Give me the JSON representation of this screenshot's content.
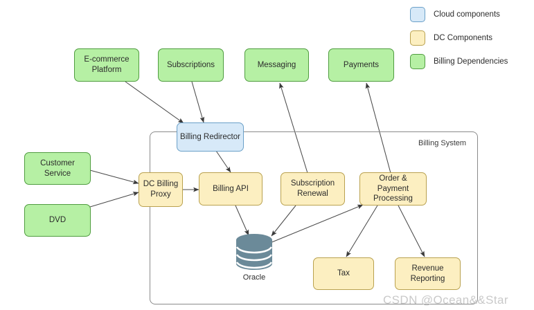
{
  "diagram": {
    "container": {
      "label": "Billing System"
    },
    "nodes": [
      {
        "id": "ecommerce",
        "label": "E-commerce Platform",
        "lines": [
          "E-commerce",
          "Platform"
        ],
        "type": "Billing Dependencies"
      },
      {
        "id": "subscriptions",
        "label": "Subscriptions",
        "lines": [
          "Subscriptions"
        ],
        "type": "Billing Dependencies"
      },
      {
        "id": "messaging",
        "label": "Messaging",
        "lines": [
          "Messaging"
        ],
        "type": "Billing Dependencies"
      },
      {
        "id": "payments",
        "label": "Payments",
        "lines": [
          "Payments"
        ],
        "type": "Billing Dependencies"
      },
      {
        "id": "customer-service",
        "label": "Customer Service",
        "lines": [
          "Customer Service"
        ],
        "type": "Billing Dependencies"
      },
      {
        "id": "dvd",
        "label": "DVD",
        "lines": [
          "DVD"
        ],
        "type": "Billing Dependencies"
      },
      {
        "id": "billing-redirector",
        "label": "Billing Redirector",
        "lines": [
          "Billing Redirector"
        ],
        "type": "Cloud components"
      },
      {
        "id": "dc-billing-proxy",
        "label": "DC Billing Proxy",
        "lines": [
          "DC Billing",
          "Proxy"
        ],
        "type": "DC Components"
      },
      {
        "id": "billing-api",
        "label": "Billing API",
        "lines": [
          "Billing API"
        ],
        "type": "DC Components"
      },
      {
        "id": "subscription-renewal",
        "label": "Subscription Renewal",
        "lines": [
          "Subscription",
          "Renewal"
        ],
        "type": "DC Components"
      },
      {
        "id": "order-payment-processing",
        "label": "Order & Payment Processing",
        "lines": [
          "Order & Payment",
          "Processing"
        ],
        "type": "DC Components"
      },
      {
        "id": "tax",
        "label": "Tax",
        "lines": [
          "Tax"
        ],
        "type": "DC Components"
      },
      {
        "id": "revenue-reporting",
        "label": "Revenue Reporting",
        "lines": [
          "Revenue",
          "Reporting"
        ],
        "type": "DC Components"
      },
      {
        "id": "oracle",
        "label": "Oracle",
        "lines": [
          "Oracle"
        ],
        "type": "database"
      }
    ],
    "edges": [
      {
        "from": "ecommerce",
        "to": "billing-redirector"
      },
      {
        "from": "subscriptions",
        "to": "billing-redirector"
      },
      {
        "from": "billing-redirector",
        "to": "billing-api"
      },
      {
        "from": "customer-service",
        "to": "dc-billing-proxy"
      },
      {
        "from": "dvd",
        "to": "dc-billing-proxy"
      },
      {
        "from": "dc-billing-proxy",
        "to": "billing-api"
      },
      {
        "from": "billing-api",
        "to": "oracle"
      },
      {
        "from": "subscription-renewal",
        "to": "oracle"
      },
      {
        "from": "oracle",
        "to": "order-payment-processing"
      },
      {
        "from": "order-payment-processing",
        "to": "messaging"
      },
      {
        "from": "order-payment-processing",
        "to": "payments"
      },
      {
        "from": "order-payment-processing",
        "to": "tax"
      },
      {
        "from": "order-payment-processing",
        "to": "revenue-reporting"
      }
    ]
  },
  "legend": {
    "items": [
      {
        "label": "Cloud components",
        "color": "#d7e9f8",
        "border": "#6aa0c8"
      },
      {
        "label": "DC Components",
        "color": "#fcefc1",
        "border": "#b9a14e"
      },
      {
        "label": "Billing Dependencies",
        "color": "#b6f0a4",
        "border": "#4f9c3f"
      }
    ]
  },
  "database": {
    "name": "Oracle",
    "color": "#6b8a99"
  },
  "watermark": {
    "text": "CSDN @Ocean&&Star"
  }
}
